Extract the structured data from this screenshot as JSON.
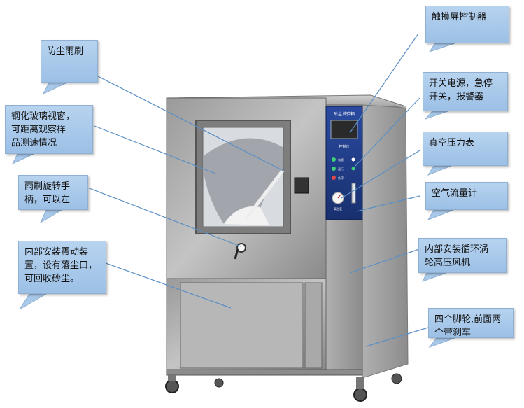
{
  "callouts": {
    "touchscreen": "触摸屏控制器",
    "wiper": "防尘雨刷",
    "window": "钢化玻璃视窗，\n可距离观察样\n品测速情况",
    "power": "开关电源，急停\n开关，报警器",
    "vacuum_gauge": "真空压力表",
    "flowmeter": "空气流量计",
    "wiper_handle": "雨刷旋转手\n柄，可以左",
    "vibrator": "内部安装震动装\n置，设有落尘口，\n可回收砂尘。",
    "blower": "内部安装循环涡\n轮高压风机",
    "casters": "四个脚轮,前面两\n个带刹车"
  },
  "panel": {
    "title": "砂尘试验箱",
    "controller_label": "控制仪",
    "btn_labels": [
      "电源",
      "运行",
      "急停"
    ],
    "gauge_label": "真空表"
  },
  "colors": {
    "callout_fill": "#a9c9ea",
    "leader_line": "#5b8fc4",
    "panel_blue": "#1e3a8a"
  }
}
